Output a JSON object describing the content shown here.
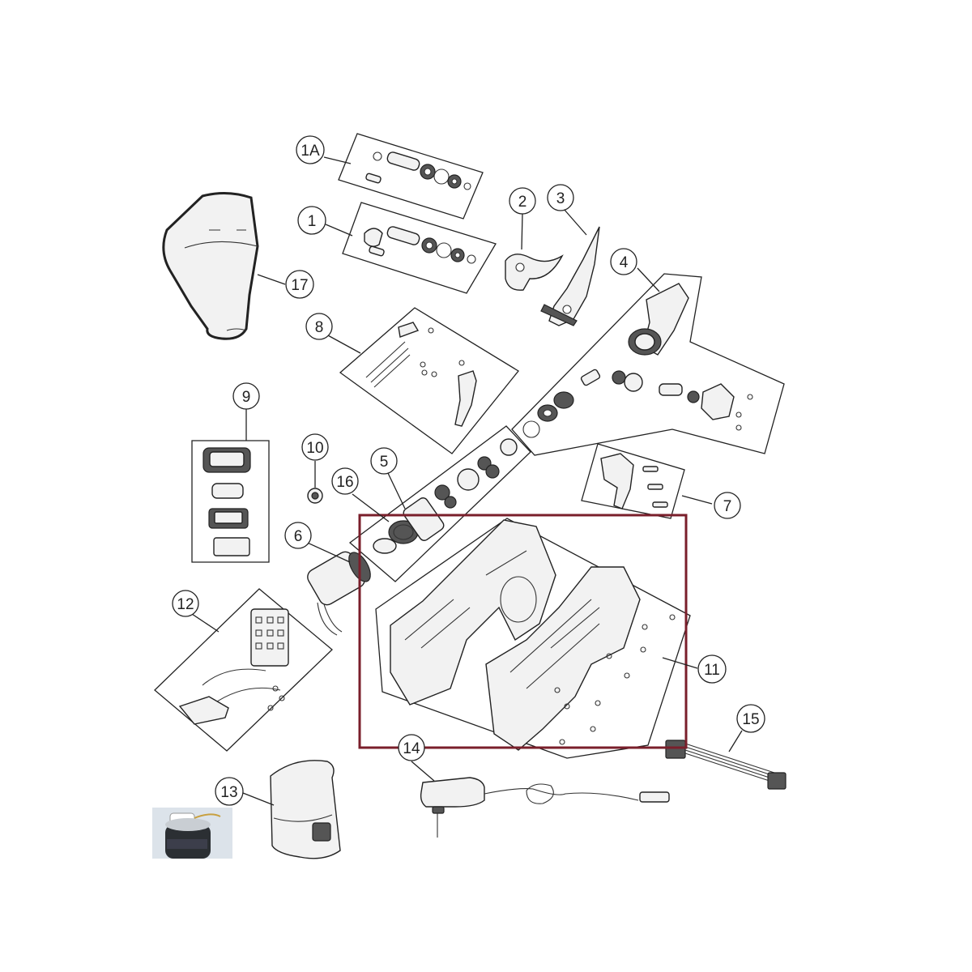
{
  "callouts": [
    {
      "id": "c1a",
      "label": "1A"
    },
    {
      "id": "c1",
      "label": "1"
    },
    {
      "id": "c2",
      "label": "2"
    },
    {
      "id": "c3",
      "label": "3"
    },
    {
      "id": "c4",
      "label": "4"
    },
    {
      "id": "c5",
      "label": "5"
    },
    {
      "id": "c6",
      "label": "6"
    },
    {
      "id": "c7",
      "label": "7"
    },
    {
      "id": "c8",
      "label": "8"
    },
    {
      "id": "c9",
      "label": "9"
    },
    {
      "id": "c10",
      "label": "10"
    },
    {
      "id": "c11",
      "label": "11"
    },
    {
      "id": "c12",
      "label": "12"
    },
    {
      "id": "c13",
      "label": "13"
    },
    {
      "id": "c14",
      "label": "14"
    },
    {
      "id": "c15",
      "label": "15"
    },
    {
      "id": "c16",
      "label": "16"
    },
    {
      "id": "c17",
      "label": "17"
    }
  ],
  "highlight": {
    "part": "11",
    "color": "#7a1f2b"
  },
  "colors": {
    "line": "#222222",
    "part_fill": "#f2f2f2",
    "spray_can_bg": "#dce3ea"
  }
}
